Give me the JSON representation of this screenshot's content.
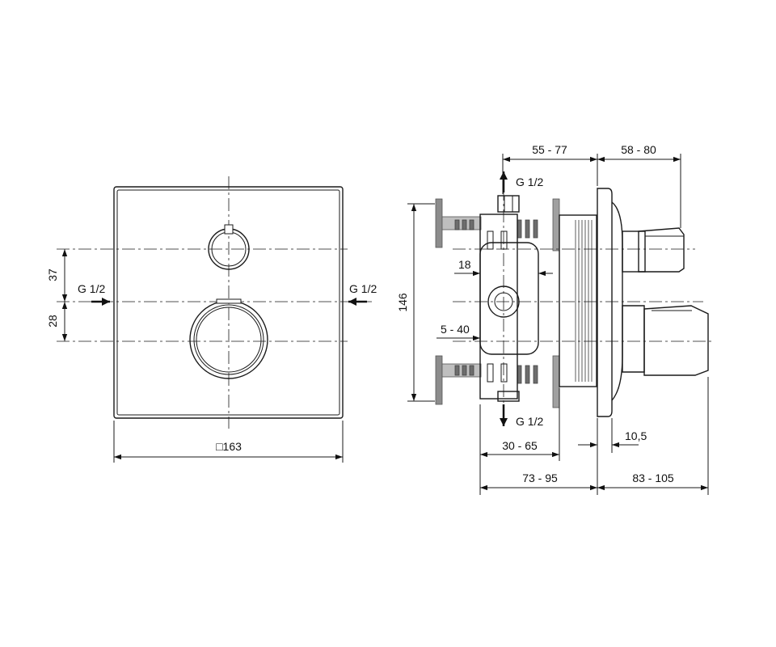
{
  "front_view": {
    "inlet_left_label": "G 1/2",
    "inlet_right_label": "G 1/2",
    "dim_upper": "37",
    "dim_lower": "28",
    "dim_width": "□163"
  },
  "side_view": {
    "outlet_top_label": "G 1/2",
    "outlet_bottom_label": "G 1/2",
    "dim_height": "146",
    "dim_18": "18",
    "dim_5_40": "5 - 40",
    "dim_55_77": "55 - 77",
    "dim_58_80": "58 - 80",
    "dim_30_65": "30 - 65",
    "dim_10_5": "10,5",
    "dim_73_95": "73 - 95",
    "dim_83_105": "83 - 105"
  }
}
